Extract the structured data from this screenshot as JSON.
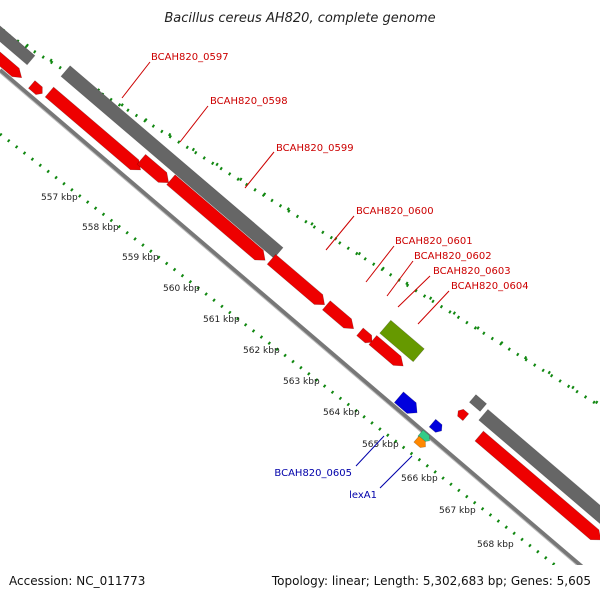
{
  "title": "Bacillus cereus AH820, complete genome",
  "footer": {
    "accession": "Accession: NC_011773",
    "topology": "Topology: linear; Length: 5,302,683 bp; Genes: 5,605"
  },
  "colors": {
    "gene_red": "#ee0000",
    "gene_grey": "#666666",
    "gene_green": "#669900",
    "gene_blue": "#0000dd",
    "gene_orange": "#ff8800",
    "gene_teal": "#33cc88",
    "tick_green": "#118811",
    "label_red": "#cc0000",
    "label_blue": "#0000aa",
    "backbone": "#888888"
  },
  "scale_labels": [
    "557 kbp",
    "558 kbp",
    "559 kbp",
    "560 kbp",
    "561 kbp",
    "562 kbp",
    "563 kbp",
    "564 kbp",
    "565 kbp",
    "566 kbp",
    "567 kbp",
    "568 kbp"
  ],
  "red_gene_labels": [
    "BCAH820_0597",
    "BCAH820_0598",
    "BCAH820_0599",
    "BCAH820_0600",
    "BCAH820_0601",
    "BCAH820_0602",
    "BCAH820_0603",
    "BCAH820_0604"
  ],
  "blue_gene_labels": [
    "BCAH820_0605",
    "lexA1"
  ]
}
